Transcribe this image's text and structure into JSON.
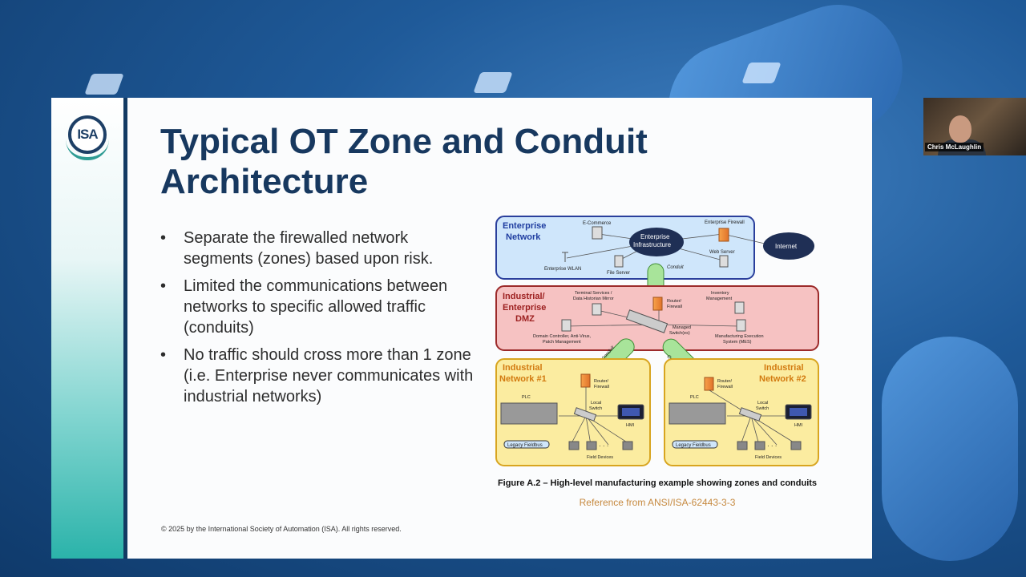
{
  "slide": {
    "logo_text": "ISA",
    "title": "Typical OT Zone and Conduit Architecture",
    "bullets": [
      "Separate the firewalled network segments (zones) based upon risk.",
      "Limited the communications between networks to specific allowed traffic (conduits)",
      "No traffic should cross more than 1 zone (i.e. Enterprise never communicates with industrial networks)"
    ],
    "copyright": "© 2025  by the International Society of Automation (ISA). All rights reserved.",
    "figure_caption": "Figure A.2 – High-level manufacturing example showing zones and conduits",
    "reference": "Reference from ANSI/ISA-62443-3-3"
  },
  "diagram": {
    "enterprise_zone": [
      "Enterprise",
      "Network"
    ],
    "ecommerce": "E-Commerce",
    "enterprise_firewall": "Enterprise Firewall",
    "enterprise_infra": [
      "Enterprise",
      "Infrastructure"
    ],
    "internet": "Internet",
    "web_server": "Web Server",
    "file_server": "File Server",
    "wlan": "Enterprise WLAN",
    "conduit": "Conduit",
    "dmz_zone": [
      "Industrial/",
      "Enterprise",
      "DMZ"
    ],
    "terminal_services": [
      "Terminal Services /",
      "Data Historian Mirror"
    ],
    "router_firewall": [
      "Router/",
      "Firewall"
    ],
    "inventory": [
      "Inventory",
      "Management"
    ],
    "domain_controller": [
      "Domain Controller, Anti-Virus,",
      "Patch Management"
    ],
    "managed_switch": [
      "Managed",
      "Switch(es)"
    ],
    "mes": [
      "Manufacturing Execution",
      "System (MES)"
    ],
    "ind1_zone": [
      "Industrial",
      "Network #1"
    ],
    "ind2_zone": [
      "Industrial",
      "Network #2"
    ],
    "plc": "PLC",
    "local_switch": [
      "Local",
      "Switch"
    ],
    "hmi": "HMI",
    "legacy_fieldbus": "Legacy Fieldbus",
    "field_devices": "Field Devices",
    "ellipsis": "· · ·"
  },
  "presenter": {
    "name": "Chris McLaughlin"
  },
  "colors": {
    "title": "#17385f",
    "enterprise_fill": "#cfe6fb",
    "dmz_fill": "#f6c2c2",
    "industrial_fill": "#fbeca0",
    "conduit": "#a8e49a",
    "reference": "#c6893f"
  }
}
